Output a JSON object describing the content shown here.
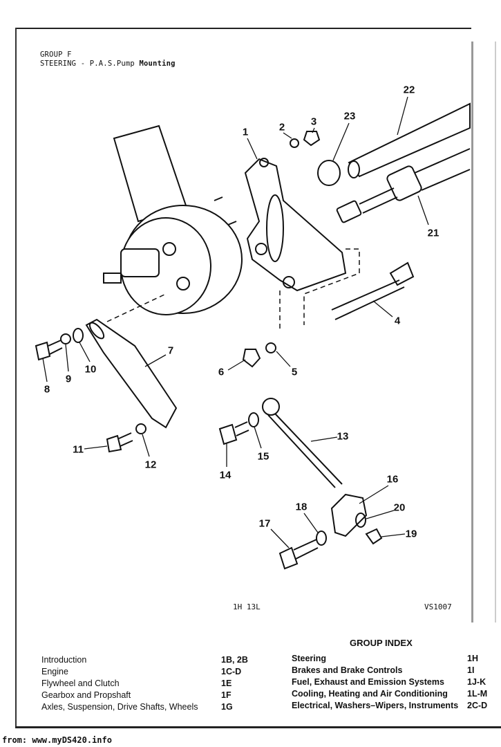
{
  "header": {
    "group": "GROUP F",
    "title_prefix": "STEERING - P.A.S.Pump",
    "title_bold": "Mounting"
  },
  "callouts": [
    "1",
    "2",
    "3",
    "23",
    "22",
    "21",
    "4",
    "5",
    "6",
    "7",
    "8",
    "9",
    "10",
    "11",
    "12",
    "13",
    "14",
    "15",
    "16",
    "17",
    "18",
    "19",
    "20"
  ],
  "references": {
    "page_code": "1H 13L",
    "drawing_code": "VS1007"
  },
  "group_index": {
    "title": "GROUP INDEX",
    "left": [
      {
        "label": "Introduction",
        "code": "1B, 2B"
      },
      {
        "label": "Engine",
        "code": "1C-D"
      },
      {
        "label": "Flywheel and Clutch",
        "code": "1E"
      },
      {
        "label": "Gearbox and Propshaft",
        "code": "1F"
      },
      {
        "label": "Axles, Suspension, Drive Shafts, Wheels",
        "code": "1G"
      }
    ],
    "right": [
      {
        "label": "Steering",
        "code": "1H"
      },
      {
        "label": "Brakes and Brake Controls",
        "code": "1I"
      },
      {
        "label": "Fuel, Exhaust and Emission Systems",
        "code": "1J-K"
      },
      {
        "label": "Cooling, Heating and Air Conditioning",
        "code": "1L-M"
      },
      {
        "label": "Electrical, Washers–Wipers, Instruments",
        "code": "2C-D"
      }
    ]
  },
  "footer": "from: www.myDS420.info"
}
